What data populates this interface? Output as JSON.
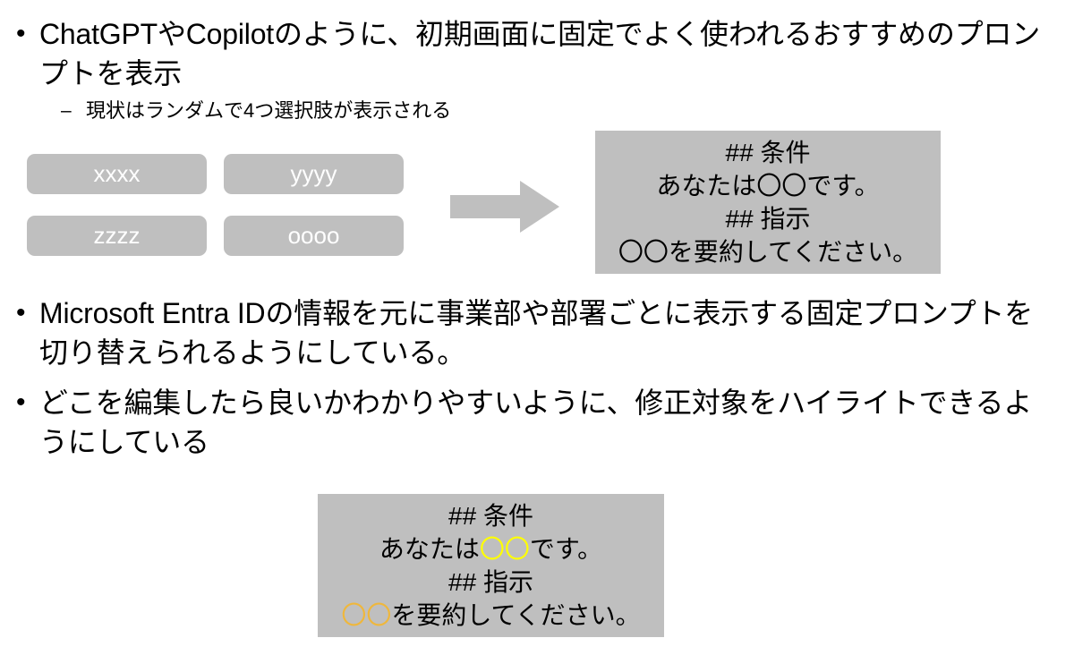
{
  "slide": {
    "bullets": [
      {
        "marker": "•",
        "text": "ChatGPTやCopilotのように、初期画面に固定でよく使われるおすすめのプロンプトを表示",
        "sub": [
          {
            "marker": "–",
            "text": "現状はランダムで4つ選択肢が表示される"
          }
        ]
      },
      {
        "marker": "•",
        "text": "Microsoft Entra IDの情報を元に事業部や部署ごとに表示する固定プロンプトを切り替えられるようにしている。"
      },
      {
        "marker": "•",
        "text": "どこを編集したら良いかわかりやすいように、修正対象をハイライトできるようにしている"
      }
    ],
    "option_chips": [
      {
        "label": "xxxx"
      },
      {
        "label": "yyyy"
      },
      {
        "label": "zzzz"
      },
      {
        "label": "oooo"
      }
    ],
    "arrow": {
      "name": "right-arrow",
      "color": "#bfbfbf"
    },
    "prompt_box_top": {
      "background": "#bfbfbf",
      "lines": [
        "## 条件",
        "あなたは〇〇です。",
        "## 指示",
        "〇〇を要約してください。"
      ]
    },
    "prompt_box_bottom": {
      "background": "#bfbfbf",
      "highlight_colors": {
        "first": "#ffff00",
        "second": "#efb73c"
      },
      "line1": "## 条件",
      "line2_before": "あなたは",
      "line2_highlight": "〇〇",
      "line2_after": "です。",
      "line3": "## 指示",
      "line4_highlight": "〇〇",
      "line4_after": "を要約してください。"
    }
  }
}
